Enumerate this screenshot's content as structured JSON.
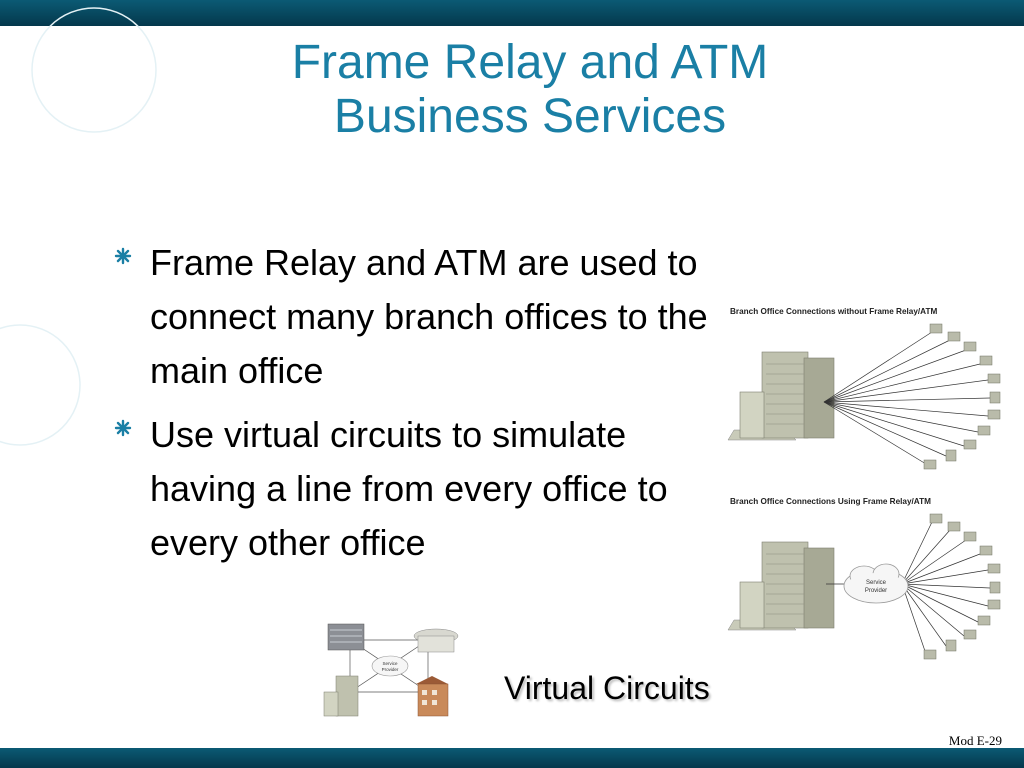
{
  "slide": {
    "title_line1": "Frame Relay and ATM",
    "title_line2": "Business Services",
    "bullets": [
      "Frame Relay and ATM are used to connect many branch offices to the main office",
      "Use virtual circuits to simulate having a line from every office to every other office"
    ],
    "diagram_top_title": "Branch Office Connections without Frame Relay/ATM",
    "diagram_bottom_title": "Branch Office Connections Using Frame Relay/ATM",
    "cloud_label_line1": "Service",
    "cloud_label_line2": "Provider",
    "small_cloud_line1": "Service",
    "small_cloud_line2": "Provider",
    "caption": "Virtual Circuits",
    "slide_number": "Mod E-29"
  },
  "colors": {
    "title": "#1a7fa5",
    "bar": "#04384c",
    "bullet": "#1a7fa5"
  },
  "icons": {
    "bullet": "asterisk-bullet-icon"
  }
}
